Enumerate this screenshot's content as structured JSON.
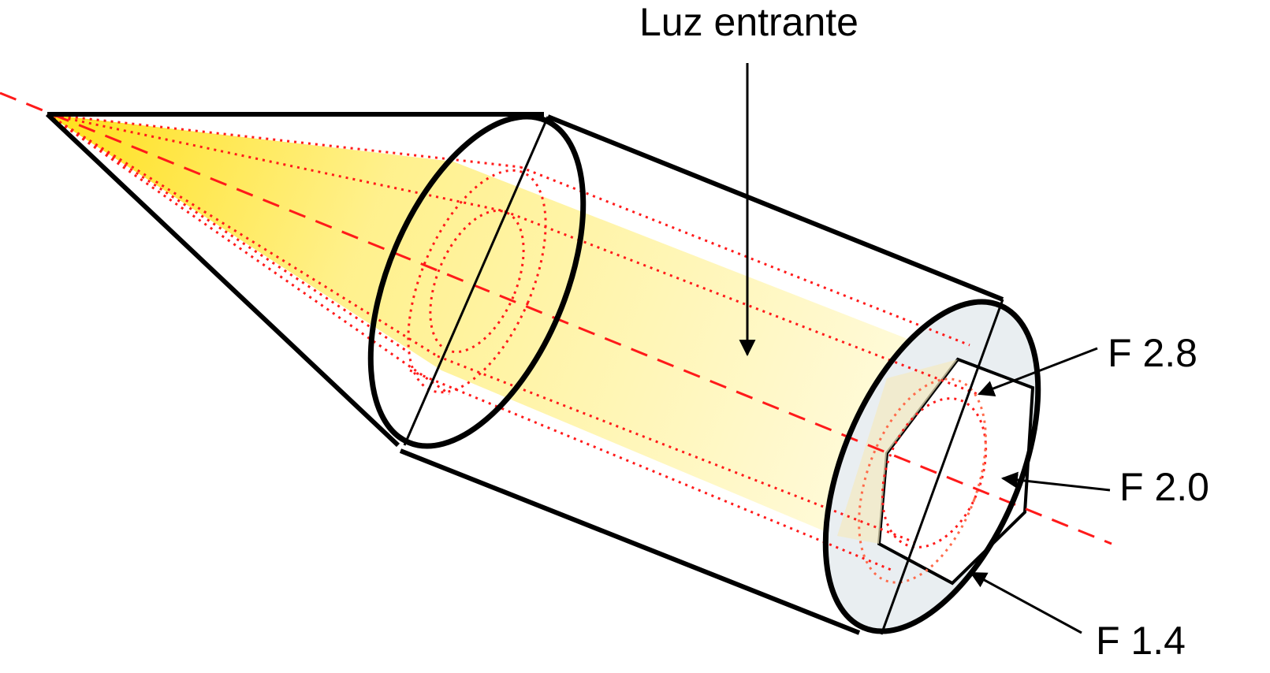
{
  "labels": {
    "incoming_light": "Luz entrante",
    "f28": "F 2.8",
    "f20": "F 2.0",
    "f14": "F 1.4"
  },
  "colors": {
    "beam": "#ffe94a",
    "axis": "#ff2020",
    "lens_face": "#e9eef1"
  }
}
